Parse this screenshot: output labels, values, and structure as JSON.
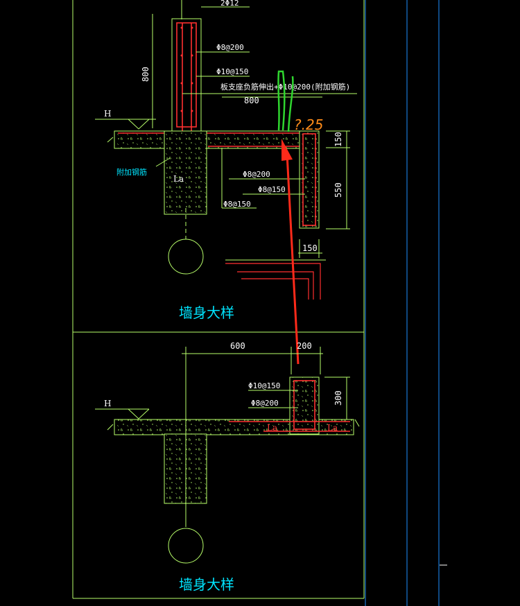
{
  "upper_detail": {
    "title": "墙身大样",
    "top_rebar": "2Φ12",
    "stirrup_label": "Φ8@200",
    "bar_label": "Φ10@150",
    "note": "板支座负筋伸出+Φ10@200(附加钢筋)",
    "dim_800_top": "800",
    "dim_800_left": "800",
    "level_mark": "H",
    "additional_bar": "附加钢筋",
    "anchor_label": "La",
    "beam_stirrup": "Φ8@200",
    "beam_bar": "Φ8@150",
    "slab_bar": "Φ8@150",
    "dim_150_top": "150",
    "dim_550": "550",
    "dim_150_bottom": "150",
    "handwritten": "?.25"
  },
  "lower_detail": {
    "title": "墙身大样",
    "dim_600": "600",
    "dim_200": "200",
    "bar_label": "Φ10@150",
    "stirrup_label": "Φ8@200",
    "dim_300": "300",
    "level_mark": "H",
    "anchor_label_1": "La",
    "anchor_label_2": "La"
  },
  "colors": {
    "background": "#000000",
    "frame": "#b8ff6a",
    "concrete": "#b8ff6a",
    "rebar": "#ff3030",
    "dimension": "#b8ff6a",
    "text": "#ffffff",
    "title": "#00e5ff",
    "grid_line": "#1e90ff",
    "annotation_arrow": "#ff2a1a",
    "annotation_green": "#2fd62f",
    "annotation_orange": "#ff8c1a"
  }
}
